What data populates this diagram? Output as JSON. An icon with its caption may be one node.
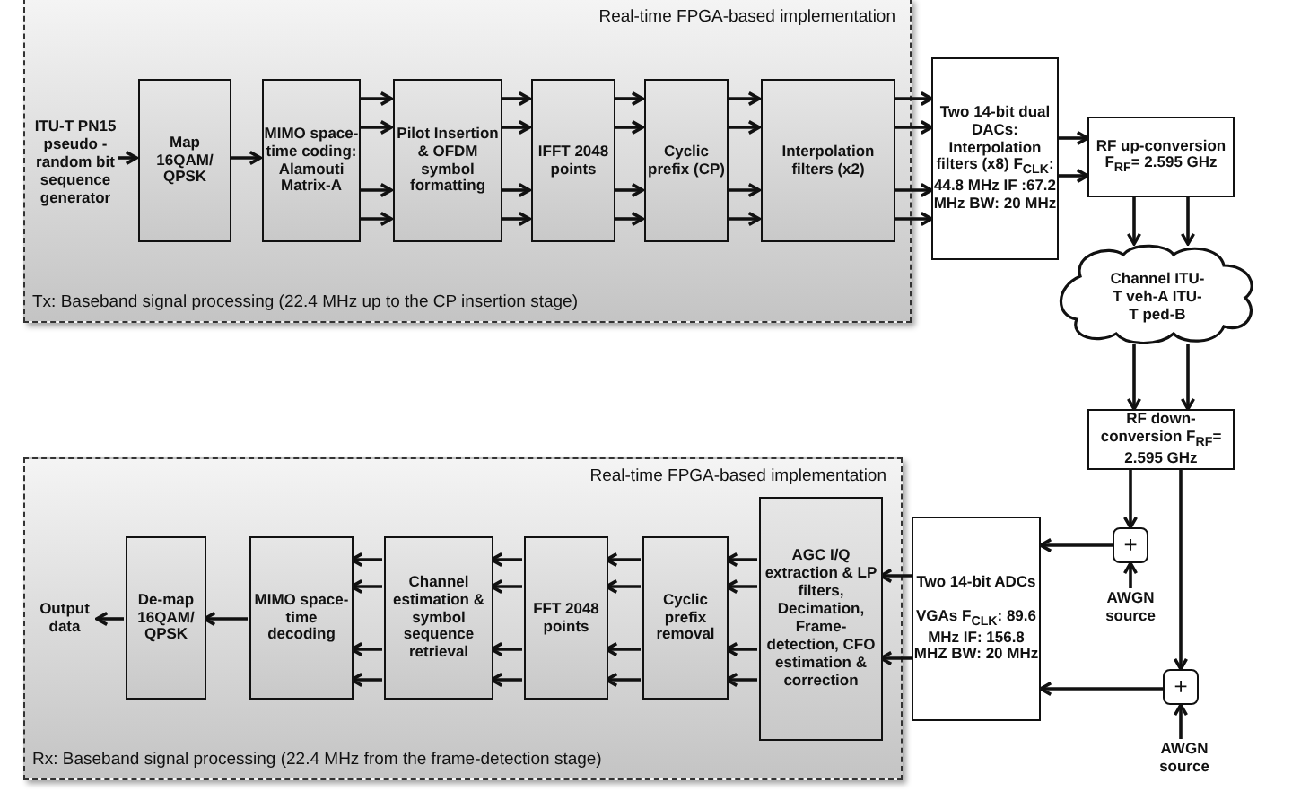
{
  "diagram": {
    "nodes": [
      {
        "text": [
          "Real-time FPGA-based implementation",
          "Tx: Baseband signal processing  (22.4 MHz up to the CP insertion stage)"
        ]
      },
      {
        "text": [
          "ITU-T PN15 pseudo - random bit sequence generator"
        ],
        "in": 0
      },
      {
        "text": [
          "Map 16QAM/ QPSK"
        ],
        "in": 0
      },
      {
        "text": [
          "MIMO space-time coding: Alamouti Matrix-A"
        ],
        "in": 0
      },
      {
        "text": [
          "Pilot Insertion & OFDM symbol formatting"
        ],
        "in": 0
      },
      {
        "text": [
          "IFFT 2048 points"
        ],
        "in": 0
      },
      {
        "text": [
          "Cyclic prefix (CP)"
        ],
        "in": 0
      },
      {
        "text": [
          "Interpolation filters (x2)"
        ],
        "in": 0
      },
      {
        "text": [
          "Two 14-bit dual DACs: Interpolation filters (x8) F$_{CLK}$: 44.8 MHz IF :67.2 MHz BW: 20 MHz"
        ]
      },
      {
        "text": [
          "RF up-conversion F$_{RF}$= 2.595 GHz"
        ]
      },
      {
        "text": [
          "Channel ITU-T veh-A ITU-T ped-B"
        ]
      },
      {
        "text": [
          "RF down-conversion F$_{RF}$= 2.595 GHz"
        ]
      },
      {
        "text": [
          "+"
        ]
      },
      {
        "text": [
          "AWGN source"
        ]
      },
      {
        "text": [
          "+"
        ]
      },
      {
        "text": [
          "AWGN source"
        ]
      },
      {
        "text": [
          "Real-time FPGA-based implementation",
          "Rx: Baseband signal processing (22.4 MHz from the frame-detection stage)"
        ]
      },
      {
        "text": [
          "Two 14-bit ADCs",
          "VGAs F$_{CLK}$: 89.6 MHz IF: 156.8 MHZ BW: 20 MHz"
        ]
      },
      {
        "text": [
          "AGC I/Q extraction & LP filters, Decimation, Frame-detection, CFO estimation & correction"
        ],
        "in": 16
      },
      {
        "text": [
          "Cyclic prefix removal"
        ],
        "in": 16
      },
      {
        "text": [
          "FFT 2048 points"
        ],
        "in": 16
      },
      {
        "text": [
          "Channel estimation & symbol sequence retrieval"
        ],
        "in": 16
      },
      {
        "text": [
          "MIMO space-time decoding"
        ],
        "in": 16
      },
      {
        "text": [
          "De-map 16QAM/ QPSK"
        ],
        "in": 16
      },
      {
        "text": [
          "Output data"
        ],
        "in": 16
      }
    ],
    "edges": [
      {
        "from": 1,
        "to": 2,
        "arrow": "to"
      },
      {
        "from": 2,
        "to": 3,
        "arrow": "to"
      },
      {
        "from": 3,
        "to": 4,
        "arrow": "to"
      },
      {
        "from": 3,
        "to": 4,
        "arrow": "to"
      },
      {
        "from": 3,
        "to": 4,
        "arrow": "to"
      },
      {
        "from": 3,
        "to": 4,
        "arrow": "to"
      },
      {
        "from": 4,
        "to": 5,
        "arrow": "to"
      },
      {
        "from": 4,
        "to": 5,
        "arrow": "to"
      },
      {
        "from": 4,
        "to": 5,
        "arrow": "to"
      },
      {
        "from": 4,
        "to": 5,
        "arrow": "to"
      },
      {
        "from": 5,
        "to": 6,
        "arrow": "to"
      },
      {
        "from": 5,
        "to": 6,
        "arrow": "to"
      },
      {
        "from": 5,
        "to": 6,
        "arrow": "to"
      },
      {
        "from": 5,
        "to": 6,
        "arrow": "to"
      },
      {
        "from": 6,
        "to": 7,
        "arrow": "to"
      },
      {
        "from": 6,
        "to": 7,
        "arrow": "to"
      },
      {
        "from": 6,
        "to": 7,
        "arrow": "to"
      },
      {
        "from": 6,
        "to": 7,
        "arrow": "to"
      },
      {
        "from": 7,
        "to": 8,
        "arrow": "to"
      },
      {
        "from": 7,
        "to": 8,
        "arrow": "to"
      },
      {
        "from": 7,
        "to": 8,
        "arrow": "to"
      },
      {
        "from": 7,
        "to": 8,
        "arrow": "to"
      },
      {
        "from": 8,
        "to": 9,
        "arrow": "to"
      },
      {
        "from": 8,
        "to": 9,
        "arrow": "to"
      },
      {
        "from": 9,
        "to": 10,
        "arrow": "to"
      },
      {
        "from": 9,
        "to": 10,
        "arrow": "to"
      },
      {
        "from": 10,
        "to": 11,
        "arrow": "to"
      },
      {
        "from": 10,
        "to": 11,
        "arrow": "to"
      },
      {
        "from": 11,
        "to": 12,
        "arrow": "to"
      },
      {
        "from": 11,
        "to": 14,
        "arrow": "to"
      },
      {
        "from": 13,
        "to": 12,
        "arrow": "to"
      },
      {
        "from": 15,
        "to": 14,
        "arrow": "to"
      },
      {
        "from": 12,
        "to": 17,
        "arrow": "to"
      },
      {
        "from": 14,
        "to": 17,
        "arrow": "to"
      },
      {
        "from": 17,
        "to": 18,
        "arrow": "to"
      },
      {
        "from": 17,
        "to": 18,
        "arrow": "to"
      },
      {
        "from": 18,
        "to": 19,
        "arrow": "to"
      },
      {
        "from": 18,
        "to": 19,
        "arrow": "to"
      },
      {
        "from": 18,
        "to": 19,
        "arrow": "to"
      },
      {
        "from": 18,
        "to": 19,
        "arrow": "to"
      },
      {
        "from": 19,
        "to": 20,
        "arrow": "to"
      },
      {
        "from": 19,
        "to": 20,
        "arrow": "to"
      },
      {
        "from": 19,
        "to": 20,
        "arrow": "to"
      },
      {
        "from": 19,
        "to": 20,
        "arrow": "to"
      },
      {
        "from": 20,
        "to": 21,
        "arrow": "to"
      },
      {
        "from": 20,
        "to": 21,
        "arrow": "to"
      },
      {
        "from": 20,
        "to": 21,
        "arrow": "to"
      },
      {
        "from": 20,
        "to": 21,
        "arrow": "to"
      },
      {
        "from": 21,
        "to": 22,
        "arrow": "to"
      },
      {
        "from": 21,
        "to": 22,
        "arrow": "to"
      },
      {
        "from": 21,
        "to": 22,
        "arrow": "to"
      },
      {
        "from": 21,
        "to": 22,
        "arrow": "to"
      },
      {
        "from": 22,
        "to": 23,
        "arrow": "to"
      },
      {
        "from": 23,
        "to": 24,
        "arrow": "to"
      }
    ]
  }
}
